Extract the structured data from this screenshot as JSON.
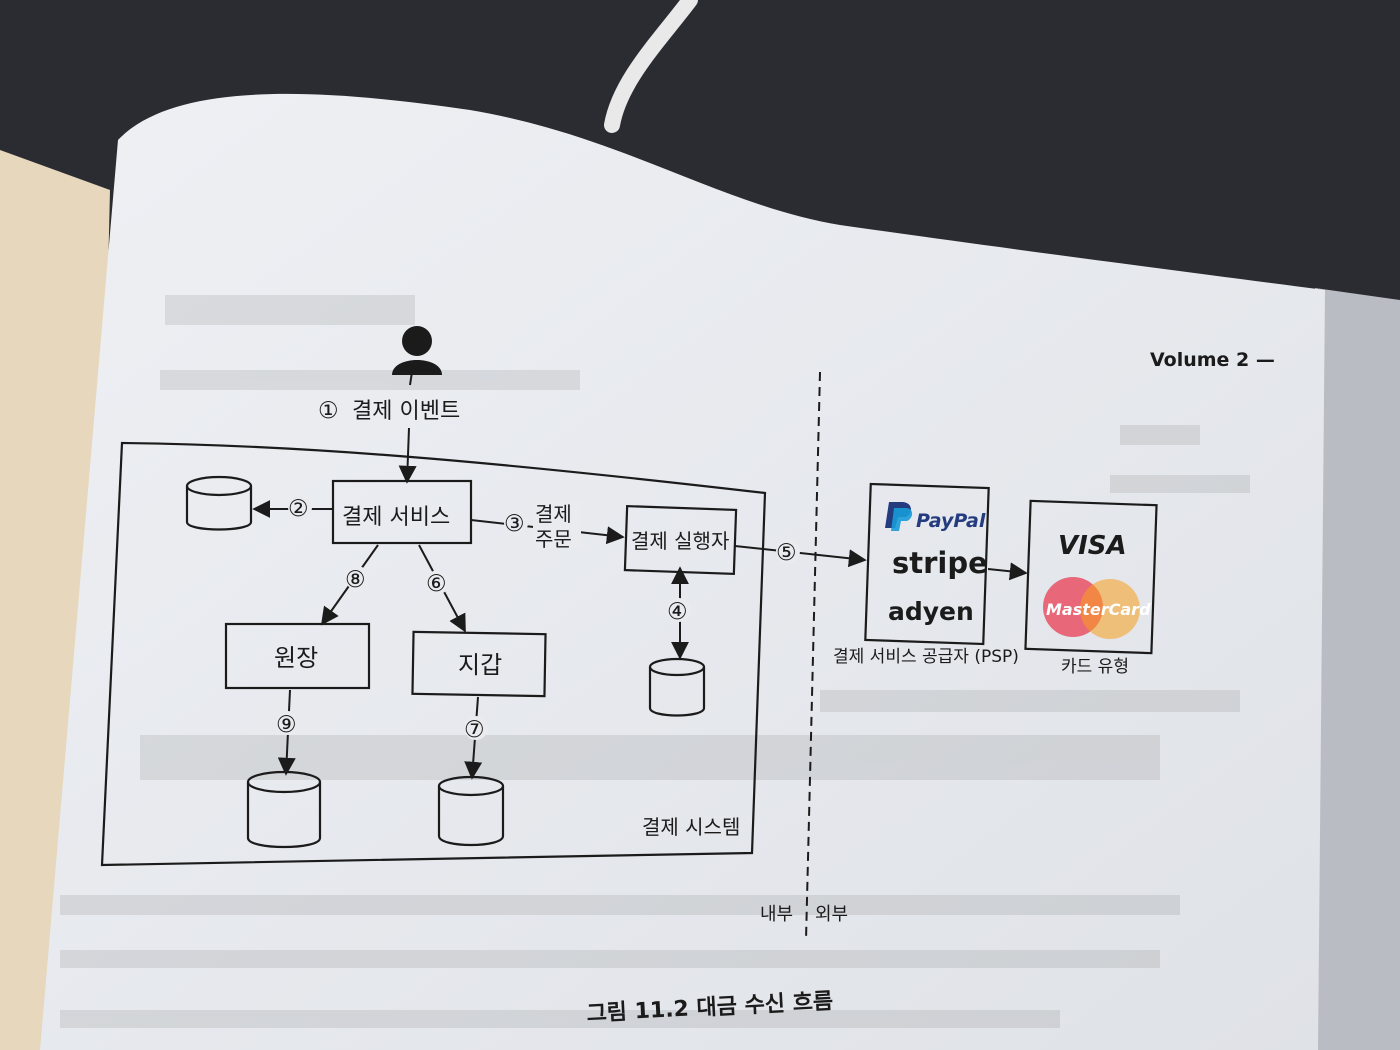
{
  "header": {
    "volume_label": "Volume 2 —"
  },
  "diagram": {
    "user_step": {
      "num": "①",
      "label": "결제 이벤트"
    },
    "system_label": "결제 시스템",
    "nodes": {
      "payment_service": "결제 서비스",
      "payment_executor": "결제 실행자",
      "ledger": "원장",
      "wallet": "지갑"
    },
    "steps": {
      "s2": "②",
      "s3": "③",
      "s3_label_line1": "결제",
      "s3_label_line2": "주문",
      "s4": "④",
      "s5": "⑤",
      "s6": "⑥",
      "s7": "⑦",
      "s8": "⑧",
      "s9": "⑨"
    },
    "boundary": {
      "internal": "내부",
      "external": "외부"
    },
    "psp": {
      "brands": [
        "PayPal",
        "stripe",
        "adyen"
      ],
      "caption": "결제 서비스 공급자 (PSP)"
    },
    "cards": {
      "brands": [
        "VISA",
        "MasterCard"
      ],
      "caption": "카드 유형"
    },
    "figure_caption": "그림 11.2 대금 수신 흐름"
  },
  "colors": {
    "page": "#e9ebef",
    "ink": "#1b1b1b",
    "paypal_dark": "#253b80",
    "paypal_light": "#179bd7",
    "mastercard_red": "#eb001b",
    "mastercard_orange": "#f79e1b"
  }
}
